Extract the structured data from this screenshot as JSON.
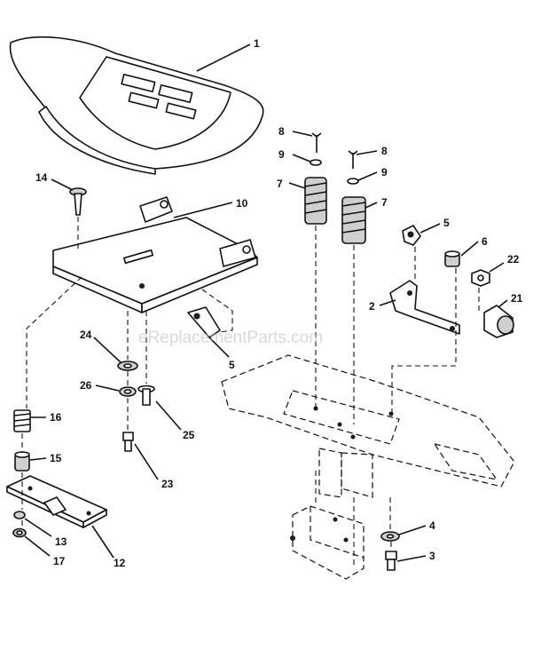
{
  "watermark": "eReplacementParts.com",
  "callouts": {
    "c1": "1",
    "c14": "14",
    "c10": "10",
    "c8a": "8",
    "c9a": "9",
    "c7a": "7",
    "c8b": "8",
    "c9b": "9",
    "c7b": "7",
    "c5a": "5",
    "c6": "6",
    "c22": "22",
    "c2": "2",
    "c21": "21",
    "c24": "24",
    "c5b": "5",
    "c26": "26",
    "c25": "25",
    "c23": "23",
    "c16": "16",
    "c15": "15",
    "c13": "13",
    "c17": "17",
    "c12": "12",
    "c4": "4",
    "c3": "3"
  }
}
